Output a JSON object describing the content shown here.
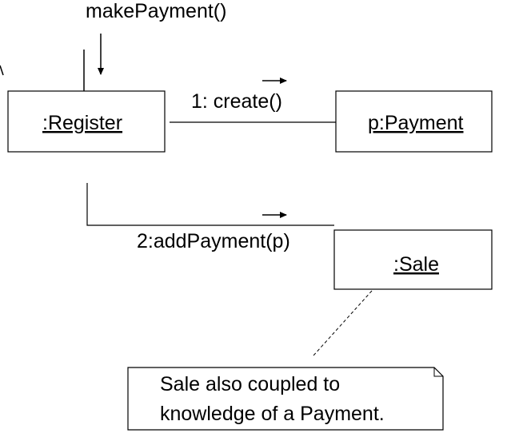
{
  "diagram": {
    "incoming_message": {
      "label": "makePayment()"
    },
    "objects": {
      "register": {
        "name": ":Register"
      },
      "payment": {
        "name": "p:Payment"
      },
      "sale": {
        "name": ":Sale"
      }
    },
    "messages": [
      {
        "label": "1: create()"
      },
      {
        "label": "2:addPayment(p)"
      }
    ],
    "note": {
      "lines": [
        "Sale also coupled to",
        "knowledge of a Payment."
      ]
    }
  }
}
